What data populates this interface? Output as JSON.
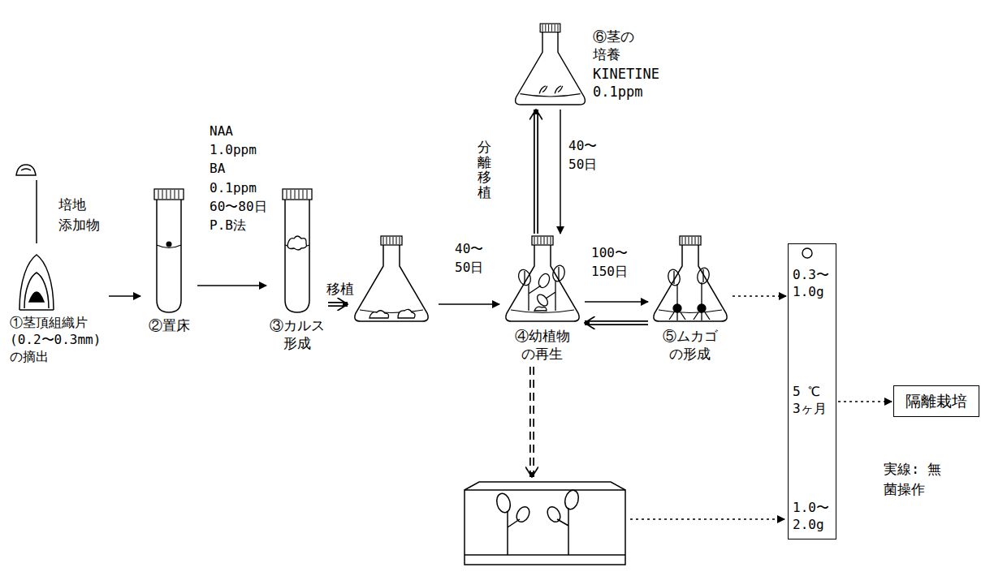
{
  "diagram": {
    "nodes": [
      {
        "text": [
          "①茎頂組織片 (0.2〜0.3mm) の摘出"
        ]
      },
      {
        "text": [
          "②置床"
        ]
      },
      {
        "text": [
          "③カルス形成"
        ]
      },
      {
        "text": [
          "④幼植物の再生"
        ]
      },
      {
        "text": [
          "⑥茎の培養",
          "KINETINE 0.1ppm"
        ]
      },
      {
        "text": [
          "⑤ムカゴの形成"
        ]
      },
      {
        "text": [
          "0.3〜 1.0g",
          "5 ℃ 3ヶ月",
          "1.0〜 2.0g"
        ]
      },
      {
        "text": [
          "隔離栽培"
        ]
      }
    ],
    "edges": [
      {
        "from": 0,
        "to": 1,
        "arrow": "to"
      },
      {
        "from": 1,
        "to": 2,
        "arrow": "to",
        "label": "NAA 1.0ppm BA 0.1ppm 60〜80日 P.B法"
      },
      {
        "from": 3,
        "to": 4,
        "arrow": "to",
        "label": "分離移植"
      },
      {
        "from": 4,
        "to": 3,
        "arrow": "to",
        "label": "40〜 50日"
      },
      {
        "from": 3,
        "to": 5,
        "arrow": "to",
        "label": "100〜 150日"
      },
      {
        "from": 5,
        "to": 3,
        "arrow": "to"
      },
      {
        "from": 5,
        "to": 6,
        "arrow": "to"
      },
      {
        "from": 6,
        "to": 7,
        "arrow": "to"
      }
    ],
    "labels": [
      "培地 添加物",
      "移植",
      "40〜 50日",
      "実線: 無菌操作"
    ]
  }
}
